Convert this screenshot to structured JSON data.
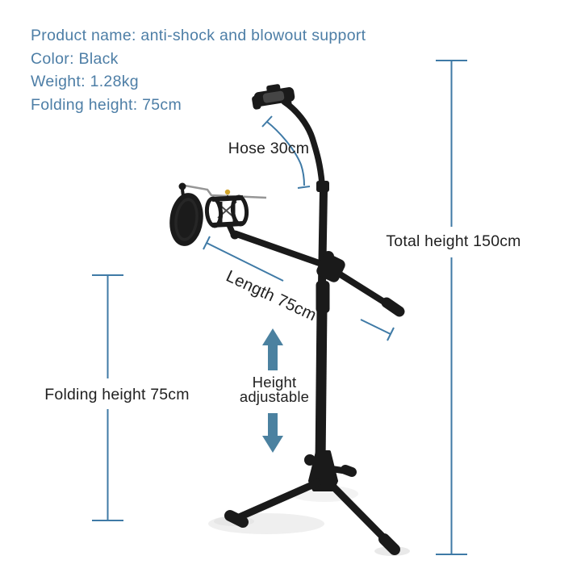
{
  "info_panel": {
    "lines": [
      "Product name: anti-shock and blowout support",
      "Color: Black",
      "Weight: 1.28kg",
      "Folding height: 75cm"
    ]
  },
  "annotations": {
    "hose": "Hose 30cm",
    "total_height": "Total height 150cm",
    "length": "Length 75cm",
    "height_adjustable_line1": "Height",
    "height_adjustable_line2": "adjustable",
    "folding_height": "Folding height 75cm"
  },
  "specs": {
    "product_name": "anti-shock and blowout support",
    "color": "Black",
    "weight": "1.28kg",
    "folding_height": "75cm",
    "hose_length": "30cm",
    "total_height": "150cm",
    "boom_length": "75cm",
    "height_adjustable": true
  },
  "diagram_parts": [
    "phone-holder",
    "gooseneck-hose",
    "main-pole",
    "height-lock-collar",
    "boom-clamp",
    "boom-arm",
    "shock-mount",
    "pop-filter",
    "tripod-base"
  ],
  "colors": {
    "background": "#ffffff",
    "info_text": "#4d7ea6",
    "dimension_line": "#3f7aa6",
    "arrow_fill": "#4b81a0",
    "annotation_text": "#212121",
    "product_body": "#1a1a1a",
    "screw_accent": "#d2a52c"
  }
}
